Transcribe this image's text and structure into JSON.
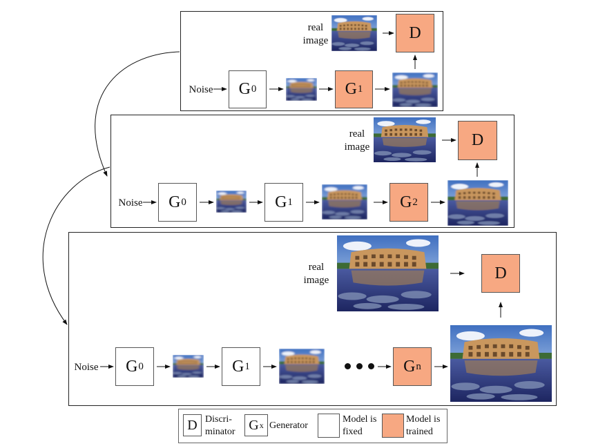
{
  "colors": {
    "trained": "#f7a882",
    "fixed": "#ffffff",
    "line": "#222222"
  },
  "labels": {
    "noise": "Noise",
    "real_line1": "real",
    "real_line2": "image",
    "discriminator": "D"
  },
  "generators": {
    "g0": "G",
    "g0_sub": "0",
    "g1": "G",
    "g1_sub": "1",
    "g2": "G",
    "g2_sub": "2",
    "gn": "G",
    "gn_sub": "n"
  },
  "legend": {
    "d_symbol": "D",
    "d_text_1": "Discri-",
    "d_text_2": "minator",
    "gx_symbol": "G",
    "gx_sub": "x",
    "gx_text": "Generator",
    "fixed_1": "Model is",
    "fixed_2": "fixed",
    "trained_1": "Model is",
    "trained_2": "trained"
  }
}
